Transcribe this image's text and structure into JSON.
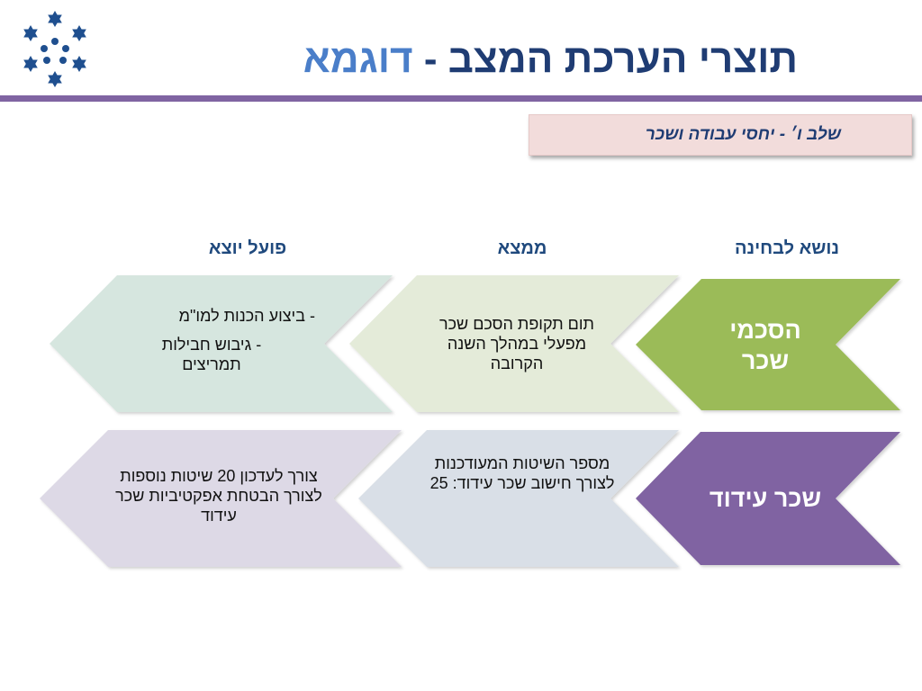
{
  "title": {
    "main": "תוצרי הערכת המצב",
    "sep": " - ",
    "highlight": "דוגמא"
  },
  "stage_label": "שלב ו׳ - יחסי עבודה ושכר",
  "headers": {
    "topic": "נושא לבחינה",
    "finding": "ממצא",
    "output": "פועל יוצא"
  },
  "rows": [
    {
      "topic_line1": "הסכמי",
      "topic_line2": "שכר",
      "finding": "תום תקופת הסכם שכר מפעלי במהלך השנה הקרובה",
      "output_item1": "- ביצוע הכנות למו\"מ",
      "output_item2": "- גיבוש חבילות תמריצים"
    },
    {
      "topic": "שכר עידוד",
      "finding": "מספר השיטות המעודכנות לצורך חישוב שכר עידוד: 25",
      "output": "צורך לעדכון  20 שיטות נוספות לצורך הבטחת אפקטיביות שכר עידוד"
    }
  ],
  "colors": {
    "title": "#1f3c73",
    "title_highlight": "#4a7ec9",
    "rule": "#8064a2",
    "row1_topic": "#9bbb59",
    "row1_finding": "#e4ebd9",
    "row1_output": "#d6e6df",
    "row2_topic": "#8064a2",
    "row2_finding": "#d9dfe7",
    "row2_output": "#ddd9e6"
  },
  "icons": {
    "logo": "star-of-david-cluster-logo"
  }
}
